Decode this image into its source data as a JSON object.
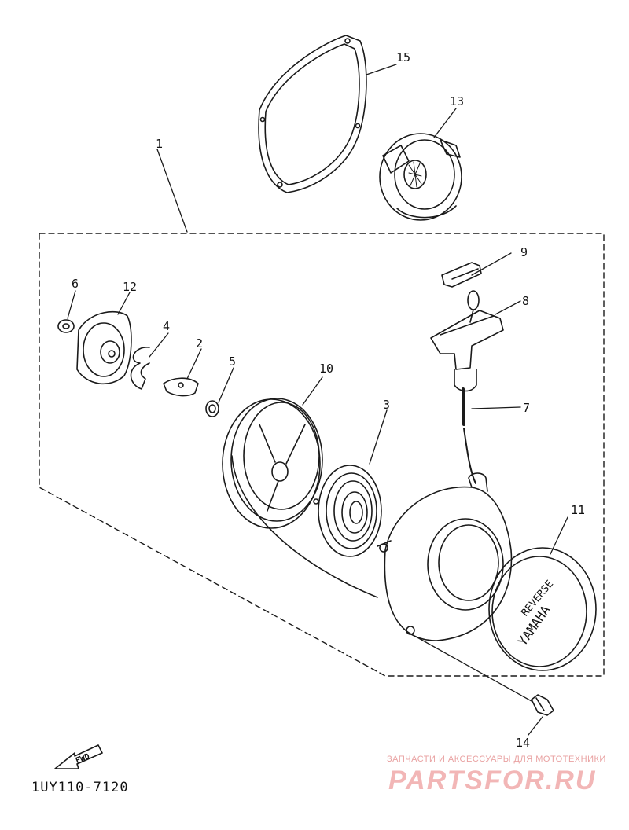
{
  "callouts": {
    "c1": "1",
    "c2": "2",
    "c3": "3",
    "c4": "4",
    "c5": "5",
    "c6": "6",
    "c7": "7",
    "c8": "8",
    "c9": "9",
    "c10": "10",
    "c11": "11",
    "c12": "12",
    "c13": "13",
    "c14": "14",
    "c15": "15"
  },
  "fwd_label": "FWD",
  "diagram_code": "1UY110-7120",
  "cover_text": {
    "brand": "YAMAHA",
    "word": "REVERSE"
  },
  "watermark": {
    "tagline": "ЗАПЧАСТИ И АКСЕССУАРЫ ДЛЯ МОТОТЕХНИКИ",
    "logo_text": "PARTSFOR.RU"
  }
}
